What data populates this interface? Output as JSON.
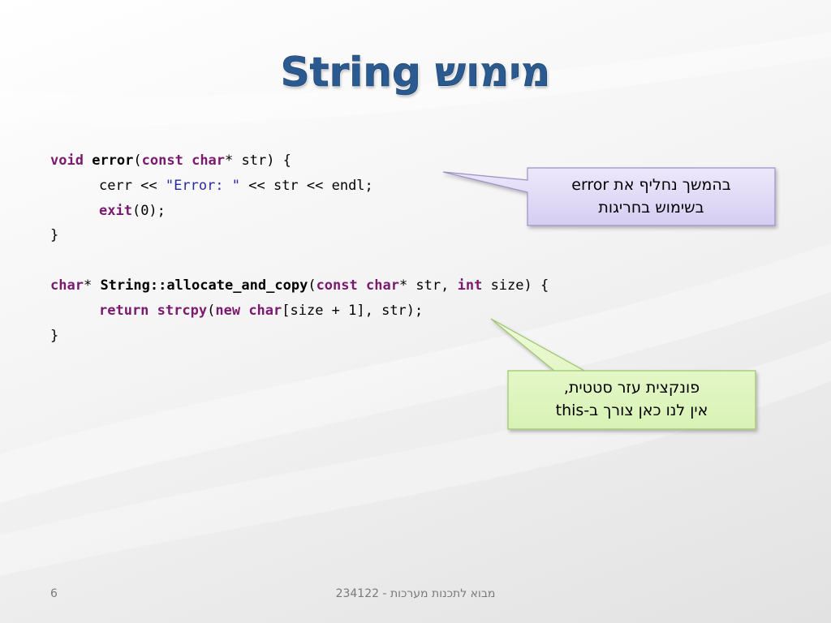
{
  "slide": {
    "title": "String מימוש",
    "code": {
      "line1": {
        "kw_void": "void",
        "fn_error": "error",
        "p_open": "(",
        "kw_const": "const",
        "kw_char": "char",
        "rest": "* str) {"
      },
      "line2": {
        "cerr": "cerr << ",
        "literal": "\"Error: \"",
        "rest": " << str << endl;"
      },
      "line3": {
        "fn_exit": "exit",
        "rest": "(0);"
      },
      "line4": "}",
      "line6": {
        "kw_char": "char",
        "star": "* ",
        "fn_name": "String::allocate_and_copy",
        "p_open": "(",
        "kw_const": "const",
        "kw_char2": "char",
        "mid": "* str, ",
        "kw_int": "int",
        "rest": " size) {"
      },
      "line7": {
        "kw_return": "return",
        "fn_strcpy": "strcpy",
        "p_open": "(",
        "kw_new": "new",
        "kw_char": "char",
        "rest": "[size + 1], str);"
      },
      "line8": "}"
    },
    "callout_top": {
      "line1": "בהמשך נחליף את error",
      "line2": "בשימוש בחריגות"
    },
    "callout_bottom": {
      "line1": "פונקצית עזר סטטית,",
      "line2": "אין לנו כאן צורך ב-this"
    },
    "footer": {
      "page_number": "6",
      "course": "מבוא לתכנות מערכות - 234122"
    },
    "colors": {
      "title": "#2a5a8f",
      "keyword": "#7a1a6e",
      "string_literal": "#2a2aa0",
      "callout_top_fill": "#e2dcf6",
      "callout_bottom_fill": "#e3f7c8"
    }
  }
}
